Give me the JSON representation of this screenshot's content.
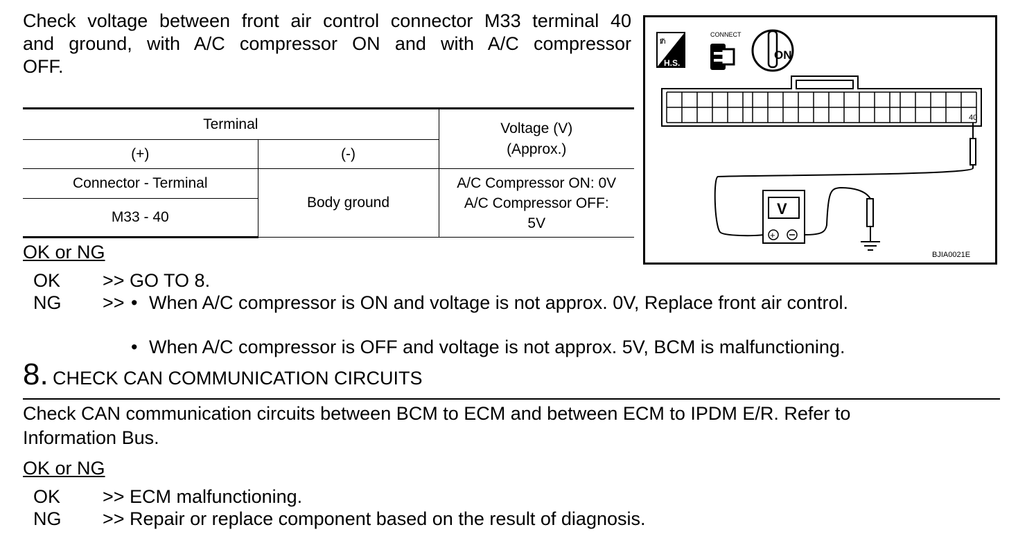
{
  "intro": {
    "line1": "Check voltage between front air control connector M33 terminal 40",
    "line2": "and ground, with A/C compressor ON and with A/C compressor",
    "line3": "OFF."
  },
  "table": {
    "header_terminal": "Terminal",
    "header_plus": "(+)",
    "header_minus": "(-)",
    "header_voltage_1": "Voltage (V)",
    "header_voltage_2": "(Approx.)",
    "row_label": "Connector - Terminal",
    "row_value": "M33 - 40",
    "ground": "Body ground",
    "voltage_1": "A/C Compressor ON: 0V",
    "voltage_2": "A/C Compressor OFF:",
    "voltage_3": "5V"
  },
  "result1": {
    "heading": "OK or NG",
    "ok_label": "OK",
    "ok_text": ">> GO TO 8.",
    "ng_label": "NG",
    "ng_arrow": ">>",
    "ng_bullet1": "When A/C compressor is ON and voltage is not approx. 0V, Replace front air control.",
    "ng_bullet2": "When A/C compressor is OFF and voltage is not approx. 5V, BCM is malfunctioning."
  },
  "step8": {
    "number": "8.",
    "title": "CHECK CAN COMMUNICATION CIRCUITS",
    "body_line1": "Check CAN communication circuits between BCM to ECM and between ECM to IPDM E/R. Refer to",
    "body_line2": "Information Bus."
  },
  "result2": {
    "heading": "OK or NG",
    "ok_label": "OK",
    "ok_text": ">> ECM malfunctioning.",
    "ng_label": "NG",
    "ng_text": ">> Repair or replace component based on the result of diagnosis."
  },
  "diagram": {
    "hs_label": "H.S.",
    "connect_label": "CONNECT",
    "ignition_label": "ON",
    "terminal_label": "40",
    "meter_label": "V",
    "figure_code": "BJIA0021E"
  }
}
